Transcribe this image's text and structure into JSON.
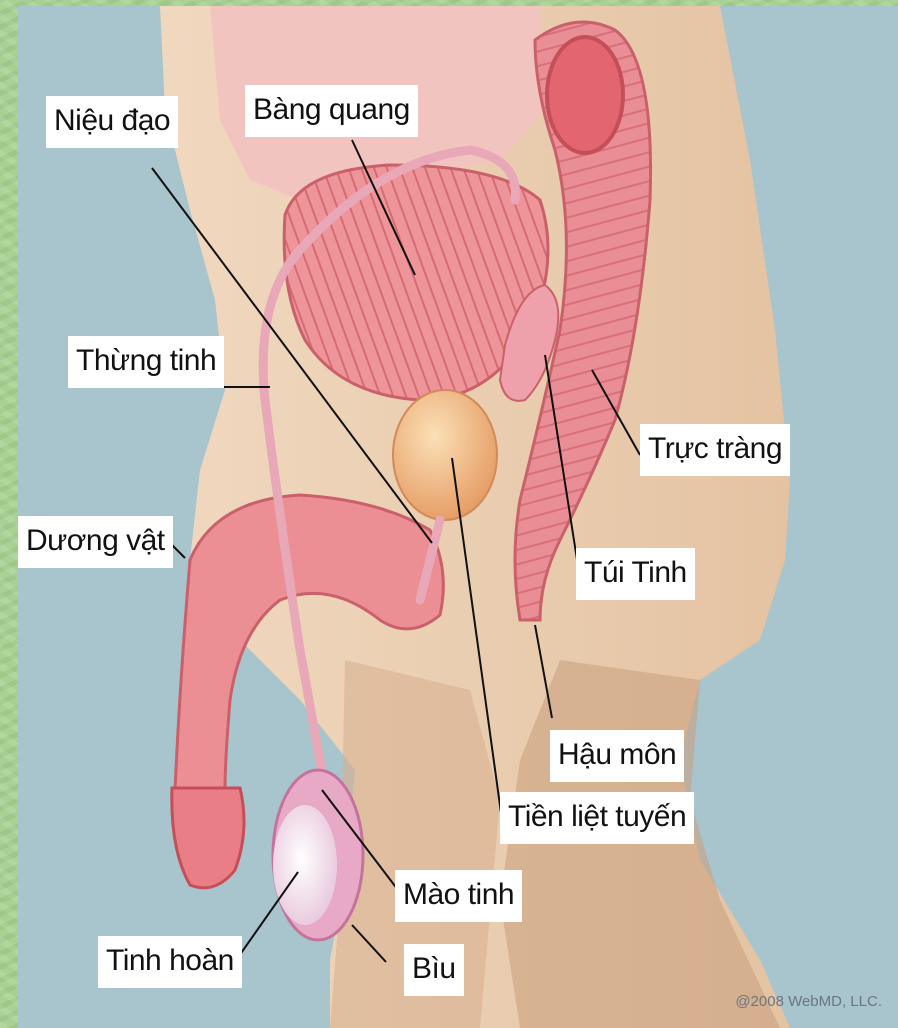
{
  "labels": {
    "urethra": "Niệu đạo",
    "bladder": "Bàng quang",
    "vas_deferens": "Thừng tinh",
    "rectum": "Trực tràng",
    "penis": "Dương vật",
    "seminal_vesicle": "Túi Tinh",
    "anus": "Hậu môn",
    "prostate": "Tiền liệt tuyến",
    "epididymis": "Mào tinh",
    "testicle": "Tinh hoàn",
    "scrotum": "Bìu"
  },
  "copyright": "@2008 WebMD, LLC.",
  "colors": {
    "frame": "#a9d193",
    "background": "#a8c4cc",
    "skin": "#e8cdb0",
    "skin_dark": "#d6ad8a",
    "organ": "#ec8f95",
    "organ_dark": "#d4606a",
    "prostate": "#f2b585",
    "testicle": "#f7f0f4"
  }
}
